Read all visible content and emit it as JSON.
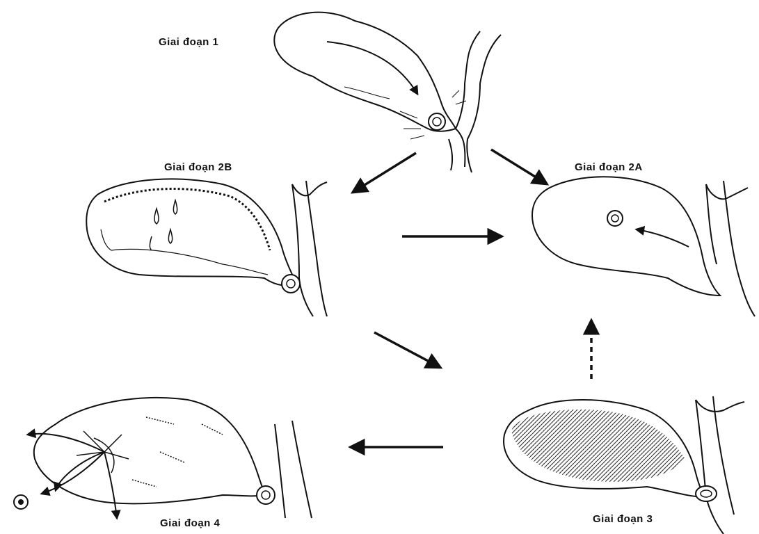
{
  "stages": {
    "stage_1": "Giai đoạn 1",
    "stage_2b": "Giai đoạn 2B",
    "stage_2a": "Giai đoạn 2A",
    "stage_3": "Giai đoạn 3",
    "stage_4": "Giai đoạn 4"
  },
  "style": {
    "ink": "#111111",
    "background": "#ffffff"
  }
}
